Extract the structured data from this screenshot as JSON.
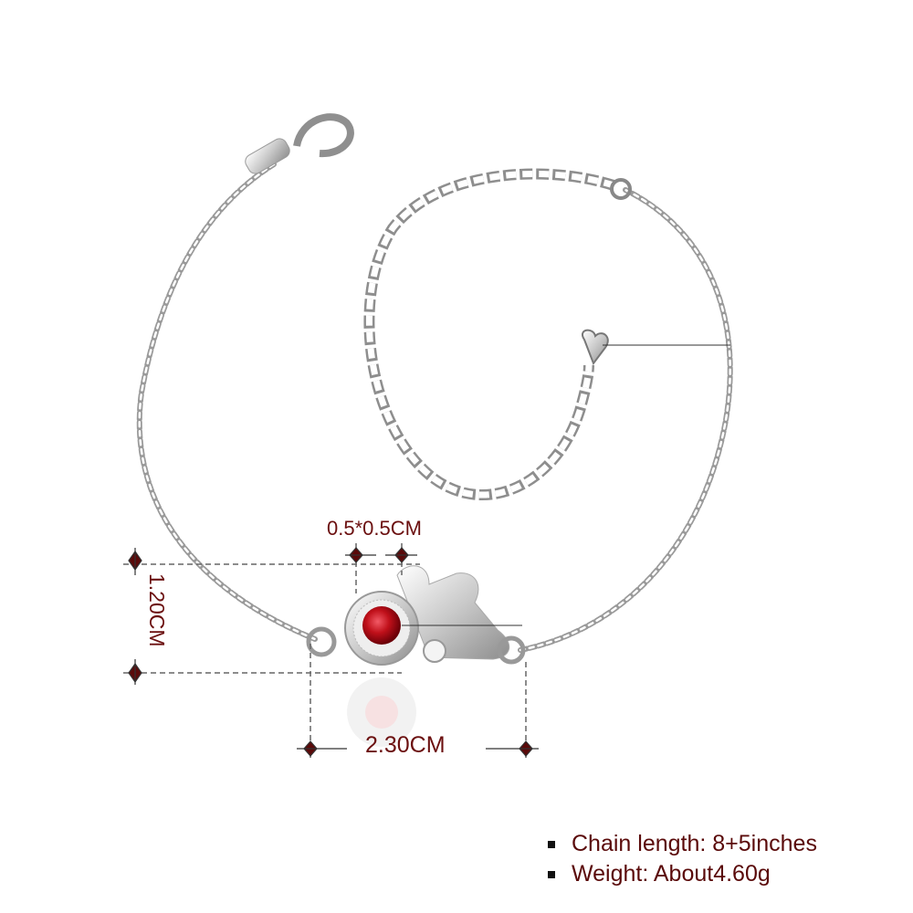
{
  "dimensions": {
    "stone_size": "0.5*0.5CM",
    "height": "1.20CM",
    "width": "2.30CM"
  },
  "specs": [
    {
      "text": "Chain length: 8+5inches"
    },
    {
      "text": "Weight: About4.60g"
    }
  ],
  "colors": {
    "label": "#6b0f0f",
    "marker": "#5a0a0a",
    "stone": "#c0101a",
    "silver": "#b8b8b8"
  }
}
